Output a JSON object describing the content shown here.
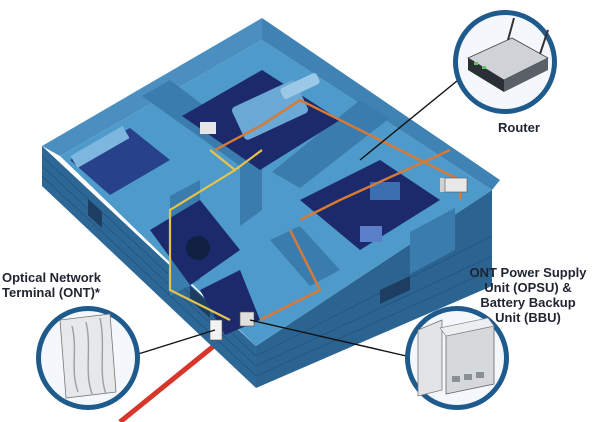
{
  "labels": {
    "router": [
      "Router"
    ],
    "ont": [
      "Optical Network",
      "Terminal (ONT)*"
    ],
    "opsu": [
      "ONT Power Supply",
      "Unit (OPSU) &",
      "Battery Backup",
      "Unit (BBU)"
    ]
  },
  "colors": {
    "wall_blue": "#3d7fb0",
    "wall_dark": "#2a5f89",
    "floor_blue": "#5aa6d2",
    "carpet_navy": "#1c2a6b",
    "fiber_red": "#d7362a",
    "cable_orange": "#d87a36",
    "cable_yellow": "#e8c34a",
    "callout_ring": "#1e5a8c"
  },
  "icons": {
    "router": "router-icon",
    "ont": "ont-box-icon",
    "opsu": "opsu-bbu-icon"
  }
}
